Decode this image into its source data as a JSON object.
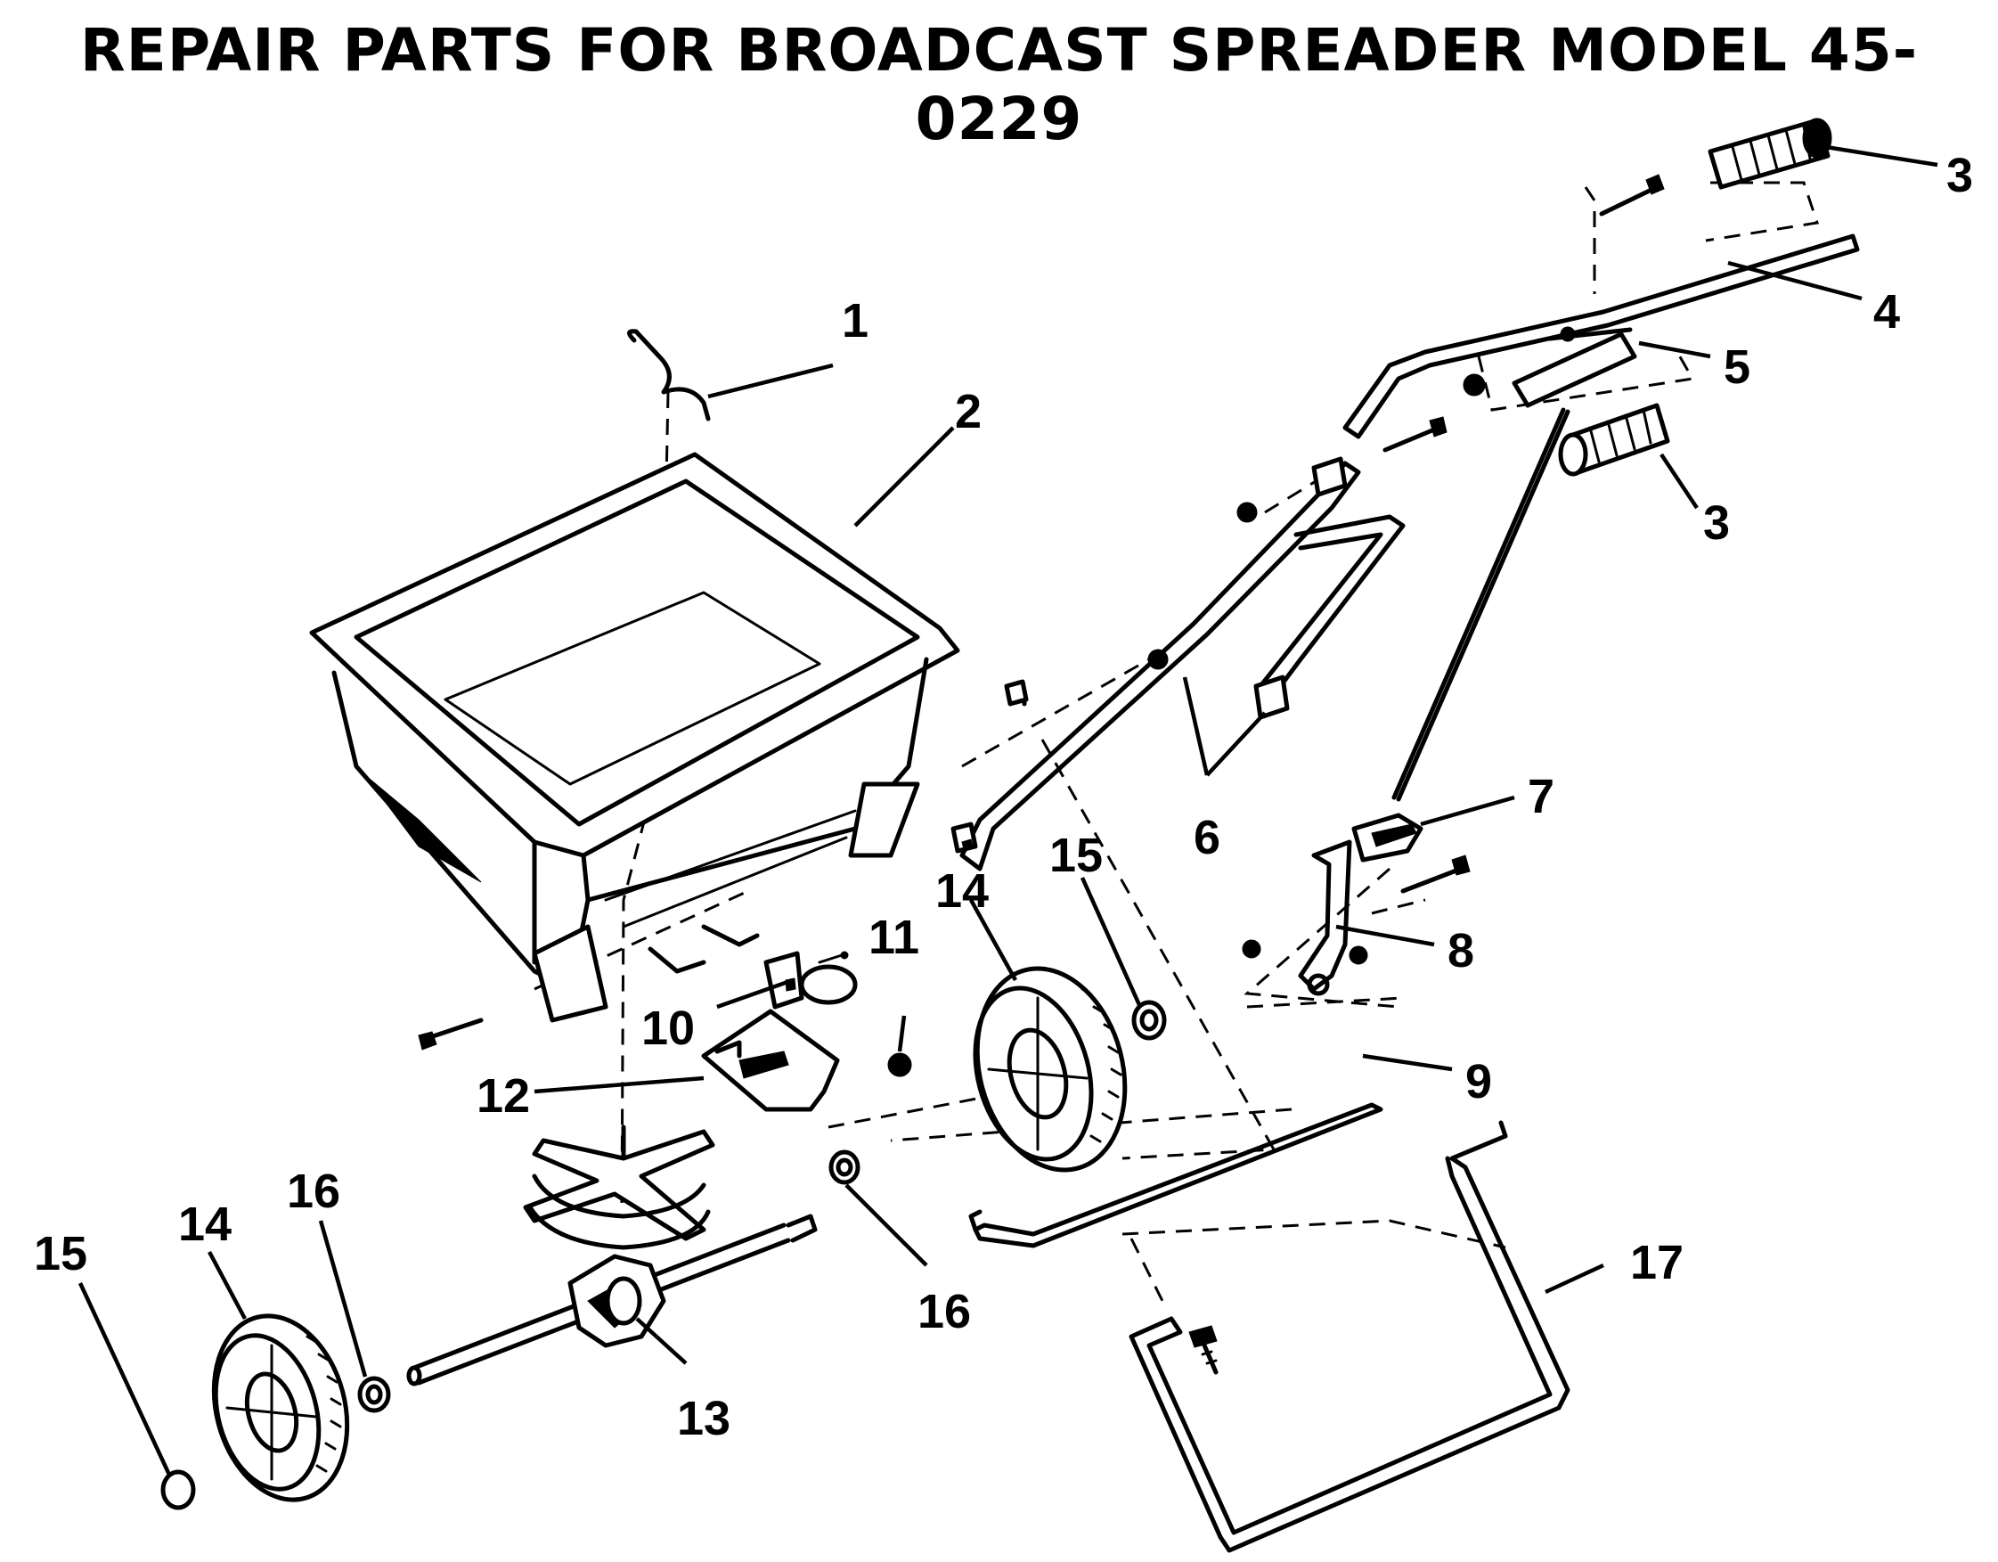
{
  "title": "REPAIR PARTS FOR BROADCAST SPREADER MODEL 45-0229",
  "parts": [
    {
      "id": "part-1",
      "label": "1"
    },
    {
      "id": "part-2",
      "label": "2"
    },
    {
      "id": "part-3a",
      "label": "3"
    },
    {
      "id": "part-3b",
      "label": "3"
    },
    {
      "id": "part-4",
      "label": "4"
    },
    {
      "id": "part-5",
      "label": "5"
    },
    {
      "id": "part-6",
      "label": "6"
    },
    {
      "id": "part-7",
      "label": "7"
    },
    {
      "id": "part-8",
      "label": "8"
    },
    {
      "id": "part-9",
      "label": "9"
    },
    {
      "id": "part-10",
      "label": "10"
    },
    {
      "id": "part-11",
      "label": "11"
    },
    {
      "id": "part-12",
      "label": "12"
    },
    {
      "id": "part-13",
      "label": "13"
    },
    {
      "id": "part-14a",
      "label": "14"
    },
    {
      "id": "part-14b",
      "label": "14"
    },
    {
      "id": "part-15a",
      "label": "15"
    },
    {
      "id": "part-15b",
      "label": "15"
    },
    {
      "id": "part-16a",
      "label": "16"
    },
    {
      "id": "part-16b",
      "label": "16"
    },
    {
      "id": "part-17",
      "label": "17"
    }
  ]
}
